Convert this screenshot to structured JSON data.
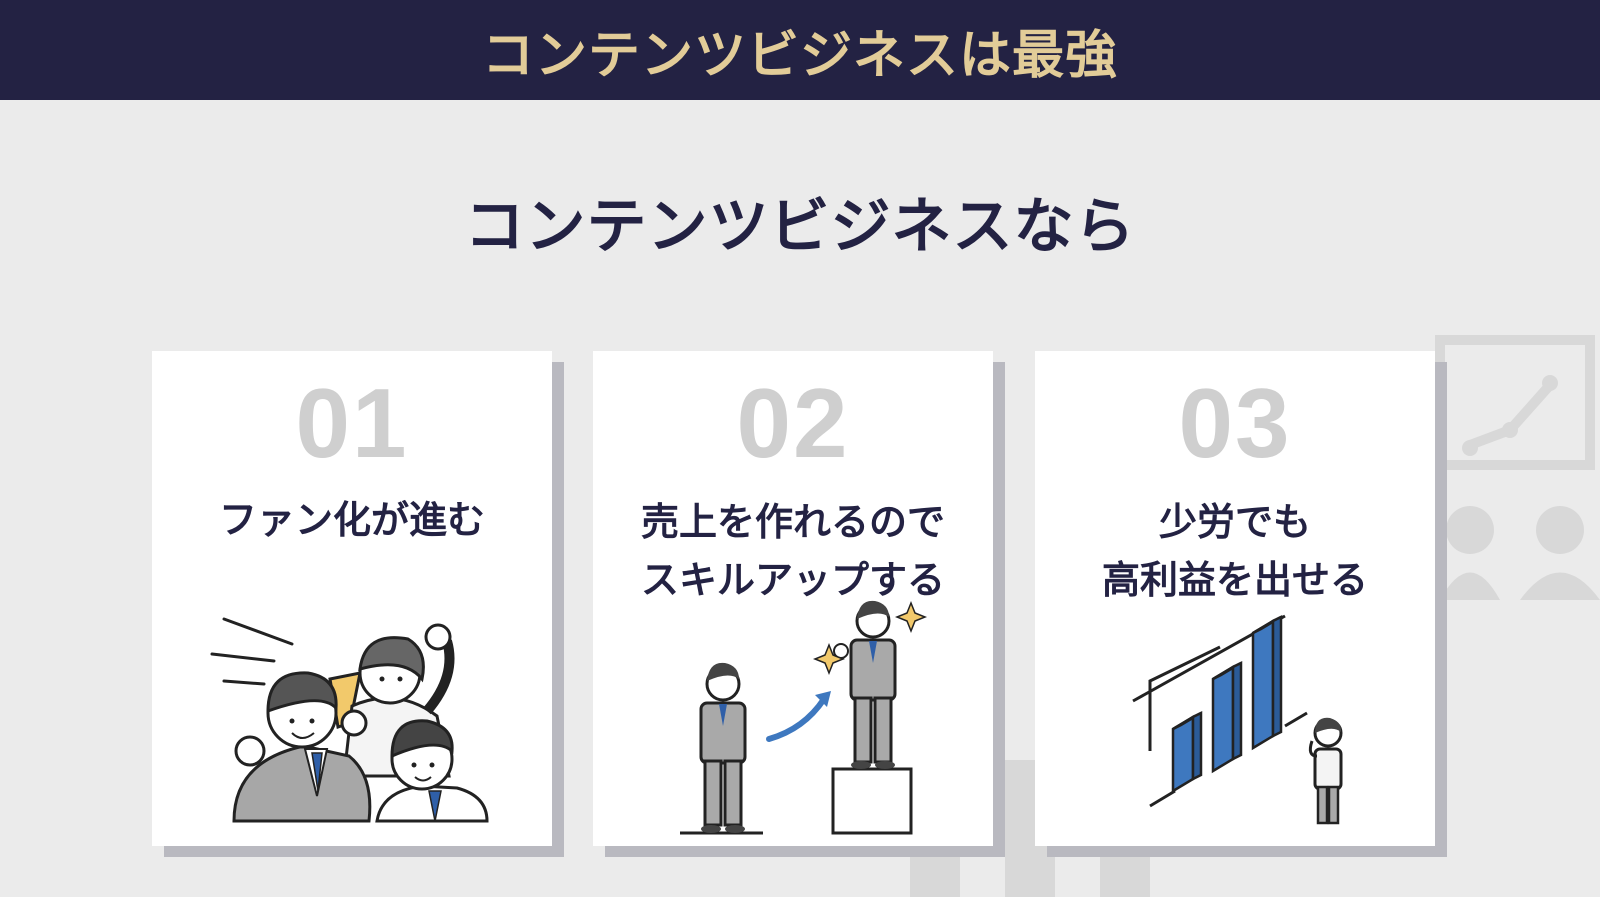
{
  "header": {
    "title": "コンテンツビジネスは最強"
  },
  "subtitle": "コンテンツビジネスなら",
  "cards": [
    {
      "number": "01",
      "lines": [
        "ファン化が進む"
      ],
      "illustration": "cheering-people-illustration"
    },
    {
      "number": "02",
      "lines": [
        "売上を作れるので",
        "スキルアップする"
      ],
      "illustration": "stepping-up-illustration"
    },
    {
      "number": "03",
      "lines": [
        "少労でも",
        "高利益を出せる"
      ],
      "illustration": "rising-bar-graph-illustration"
    }
  ],
  "colors": {
    "band": "#232243",
    "band_text": "#e2cc98",
    "text": "#232243",
    "number": "#cfcfcf",
    "accent_blue": "#3e78bf"
  }
}
